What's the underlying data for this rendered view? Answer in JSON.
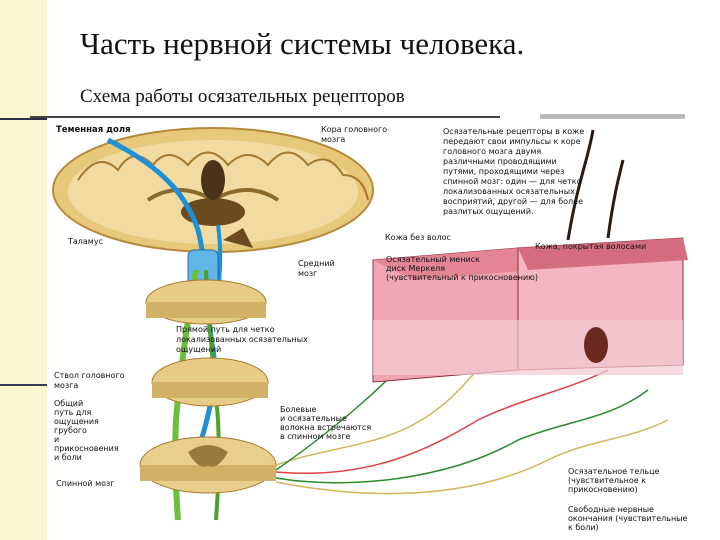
{
  "slide": {
    "title": "Часть нервной системы человека.",
    "subtitle": "Схема работы осязательных  рецепторов"
  },
  "diagram": {
    "labels": {
      "parietal_lobe": "Теменная доля",
      "cortex_1": "Кора головного",
      "cortex_2": "мозга",
      "thalamus": "Таламус",
      "midbrain_1": "Средний",
      "midbrain_2": "мозг",
      "pathway_1": "Прямой путь для четко",
      "pathway_2": "локализованных осязательных",
      "pathway_3": "ощущений",
      "brainstem_1": "Ствол головного",
      "brainstem_2": "мозга",
      "common_1": "Общий",
      "common_2": "путь для",
      "common_3": "ощущения",
      "common_4": "грубого",
      "common_5": "и",
      "common_6": "прикосновения",
      "common_7": "и боли",
      "pain_1": "Болевые",
      "pain_2": "и осязательные",
      "pain_3": "волокна встречаются",
      "pain_4": "в спинном мозге",
      "spinal": "Спинной мозг",
      "info_1": "Осязательные рецепторы в коже",
      "info_2": "передают свои импульсы к коре",
      "info_3": "головного мозга двумя",
      "info_4": "различными проводящими",
      "info_5": "путями, проходящими через",
      "info_6": "спинной мозг: один — для четко",
      "info_7": "локализованных осязательных",
      "info_8": "восприятий, другой — для более",
      "info_9": "разлитых ощущений.",
      "hairless": "Кожа без волос",
      "hairy": "Кожа, покрытая волосами",
      "merkel_1": "Осязательный мениск",
      "merkel_2": "диск Меркеля",
      "merkel_3": "(чувствительный к прикосновению)",
      "corpuscle_1": "Осязательное тельце",
      "corpuscle_2": "(чувствительное к",
      "corpuscle_3": "прикосновению)",
      "free_1": "Свободные нервные",
      "free_2": "окончания (чувствительные",
      "free_3": "к боли)"
    }
  }
}
